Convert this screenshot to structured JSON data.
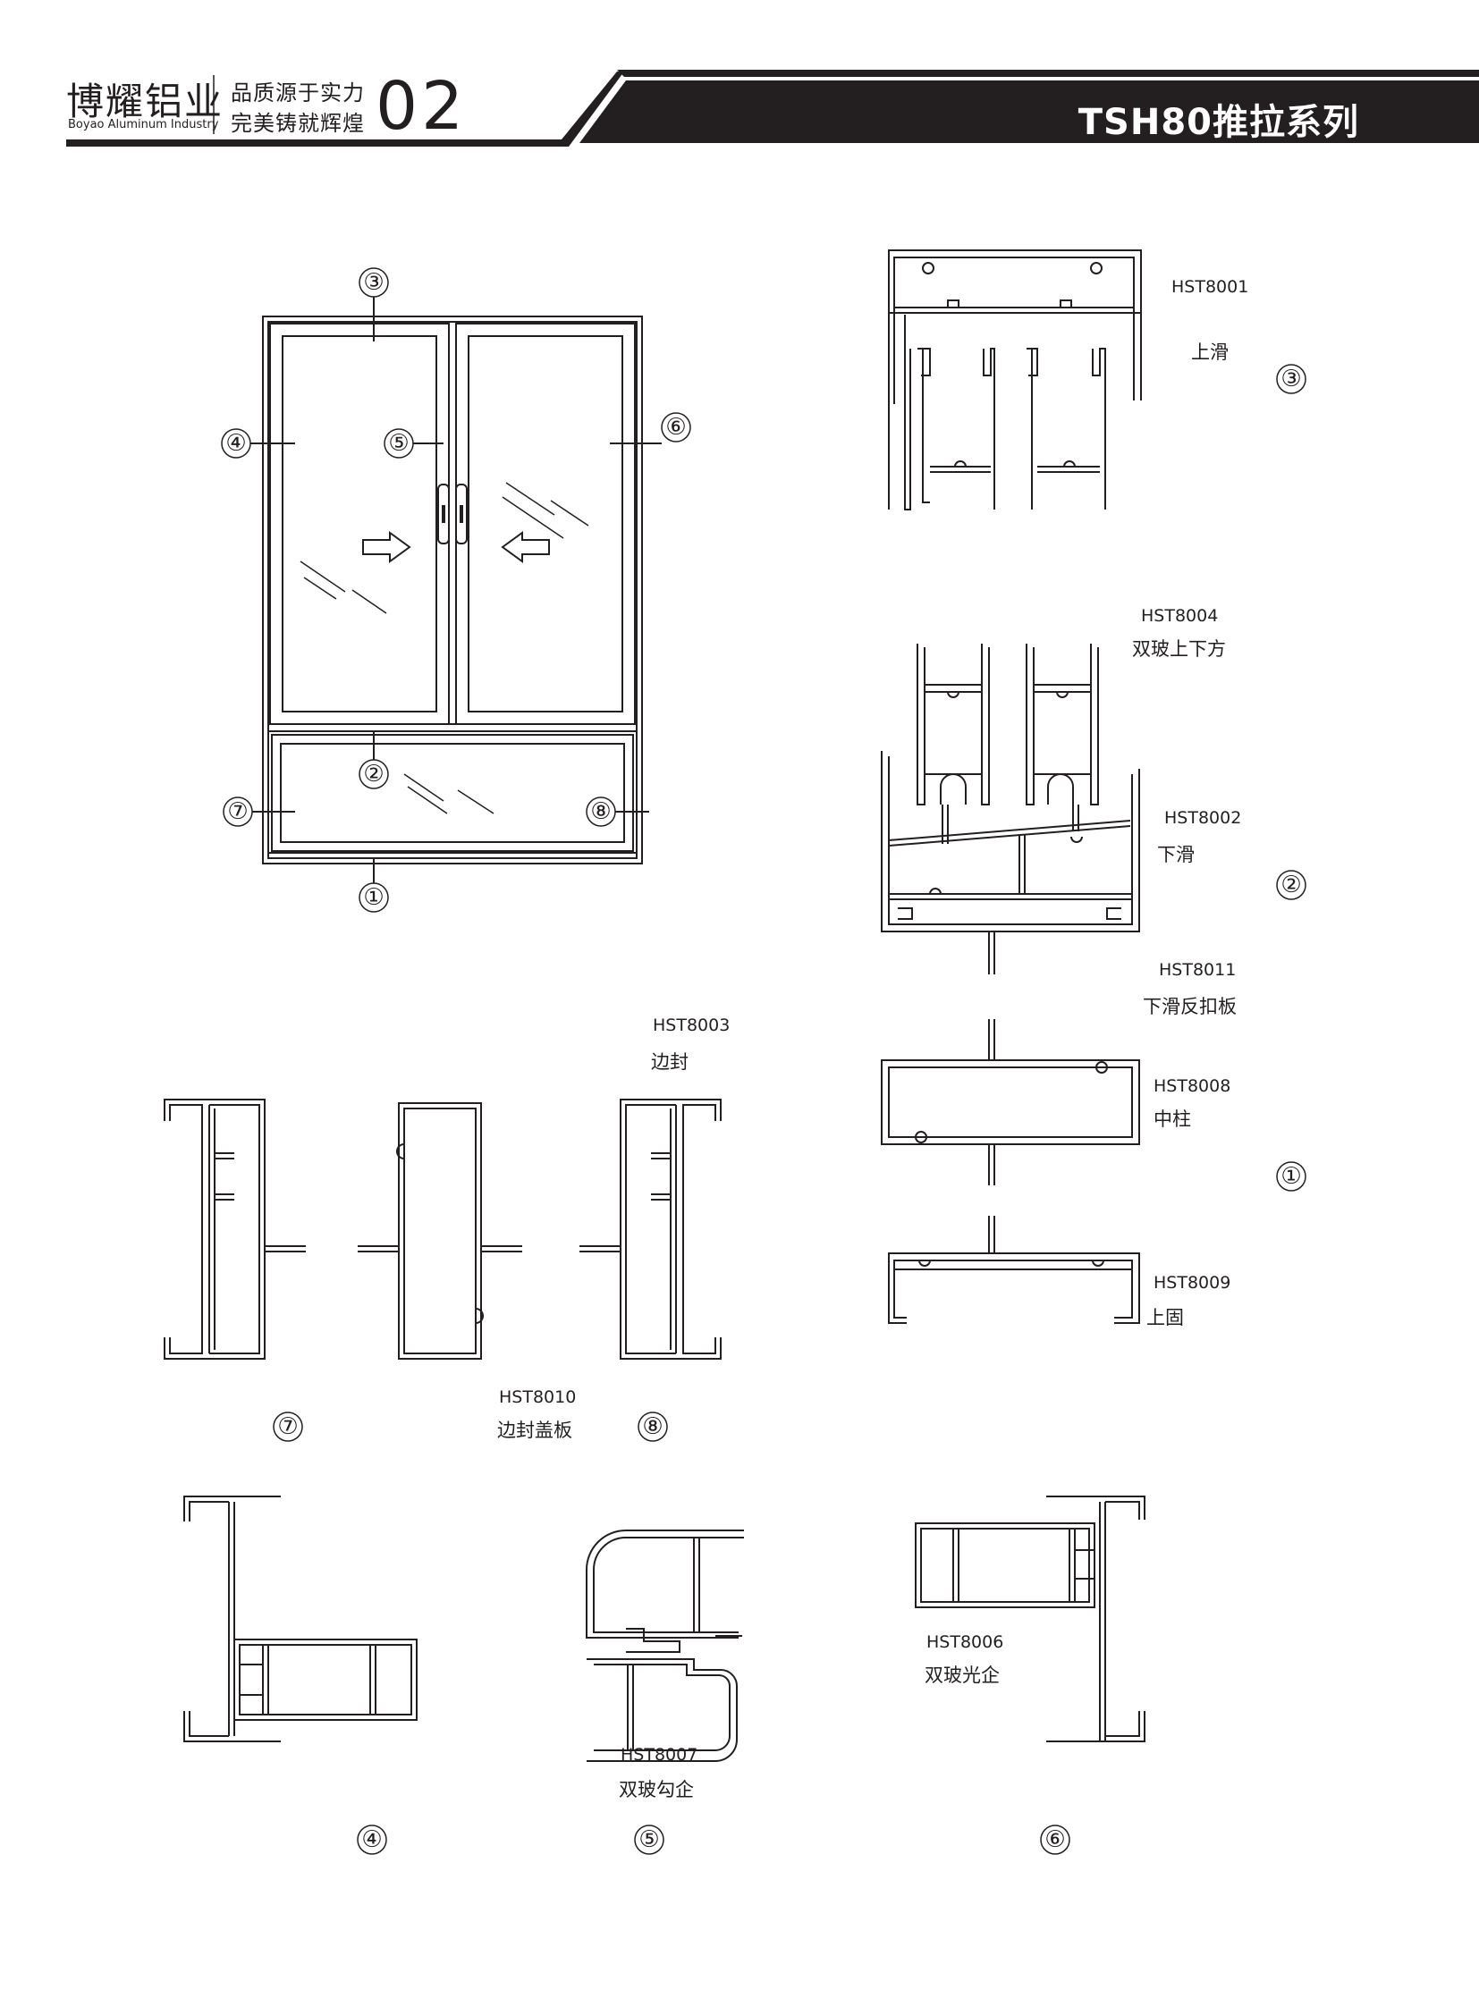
{
  "header": {
    "brand_cn": "博耀铝业",
    "brand_en": "Boyao Aluminum Industry",
    "slogan_line1": "品质源于实力",
    "slogan_line2": "完美铸就辉煌",
    "page_number": "02",
    "series_title": "TSH80推拉系列"
  },
  "window_diagram": {
    "markers": [
      "①",
      "②",
      "③",
      "④",
      "⑤",
      "⑥",
      "⑦",
      "⑧"
    ]
  },
  "profiles": {
    "hst8001": {
      "code": "HST8001",
      "name": "上滑",
      "marker": "③"
    },
    "hst8004": {
      "code": "HST8004",
      "name": "双玻上下方"
    },
    "hst8002": {
      "code": "HST8002",
      "name": "下滑",
      "marker": "②"
    },
    "hst8011": {
      "code": "HST8011",
      "name": "下滑反扣板"
    },
    "hst8008": {
      "code": "HST8008",
      "name": "中柱",
      "marker": "①"
    },
    "hst8009": {
      "code": "HST8009",
      "name": "上固"
    },
    "hst8003": {
      "code": "HST8003",
      "name": "边封"
    },
    "hst8010": {
      "code": "HST8010",
      "name": "边封盖板"
    },
    "hst8007": {
      "code": "HST8007",
      "name": "双玻勾企"
    },
    "hst8006": {
      "code": "HST8006",
      "name": "双玻光企"
    }
  },
  "section_markers": {
    "left_edge": "⑦",
    "right_edge": "⑧",
    "bottom_left": "④",
    "bottom_mid": "⑤",
    "bottom_right": "⑥"
  }
}
